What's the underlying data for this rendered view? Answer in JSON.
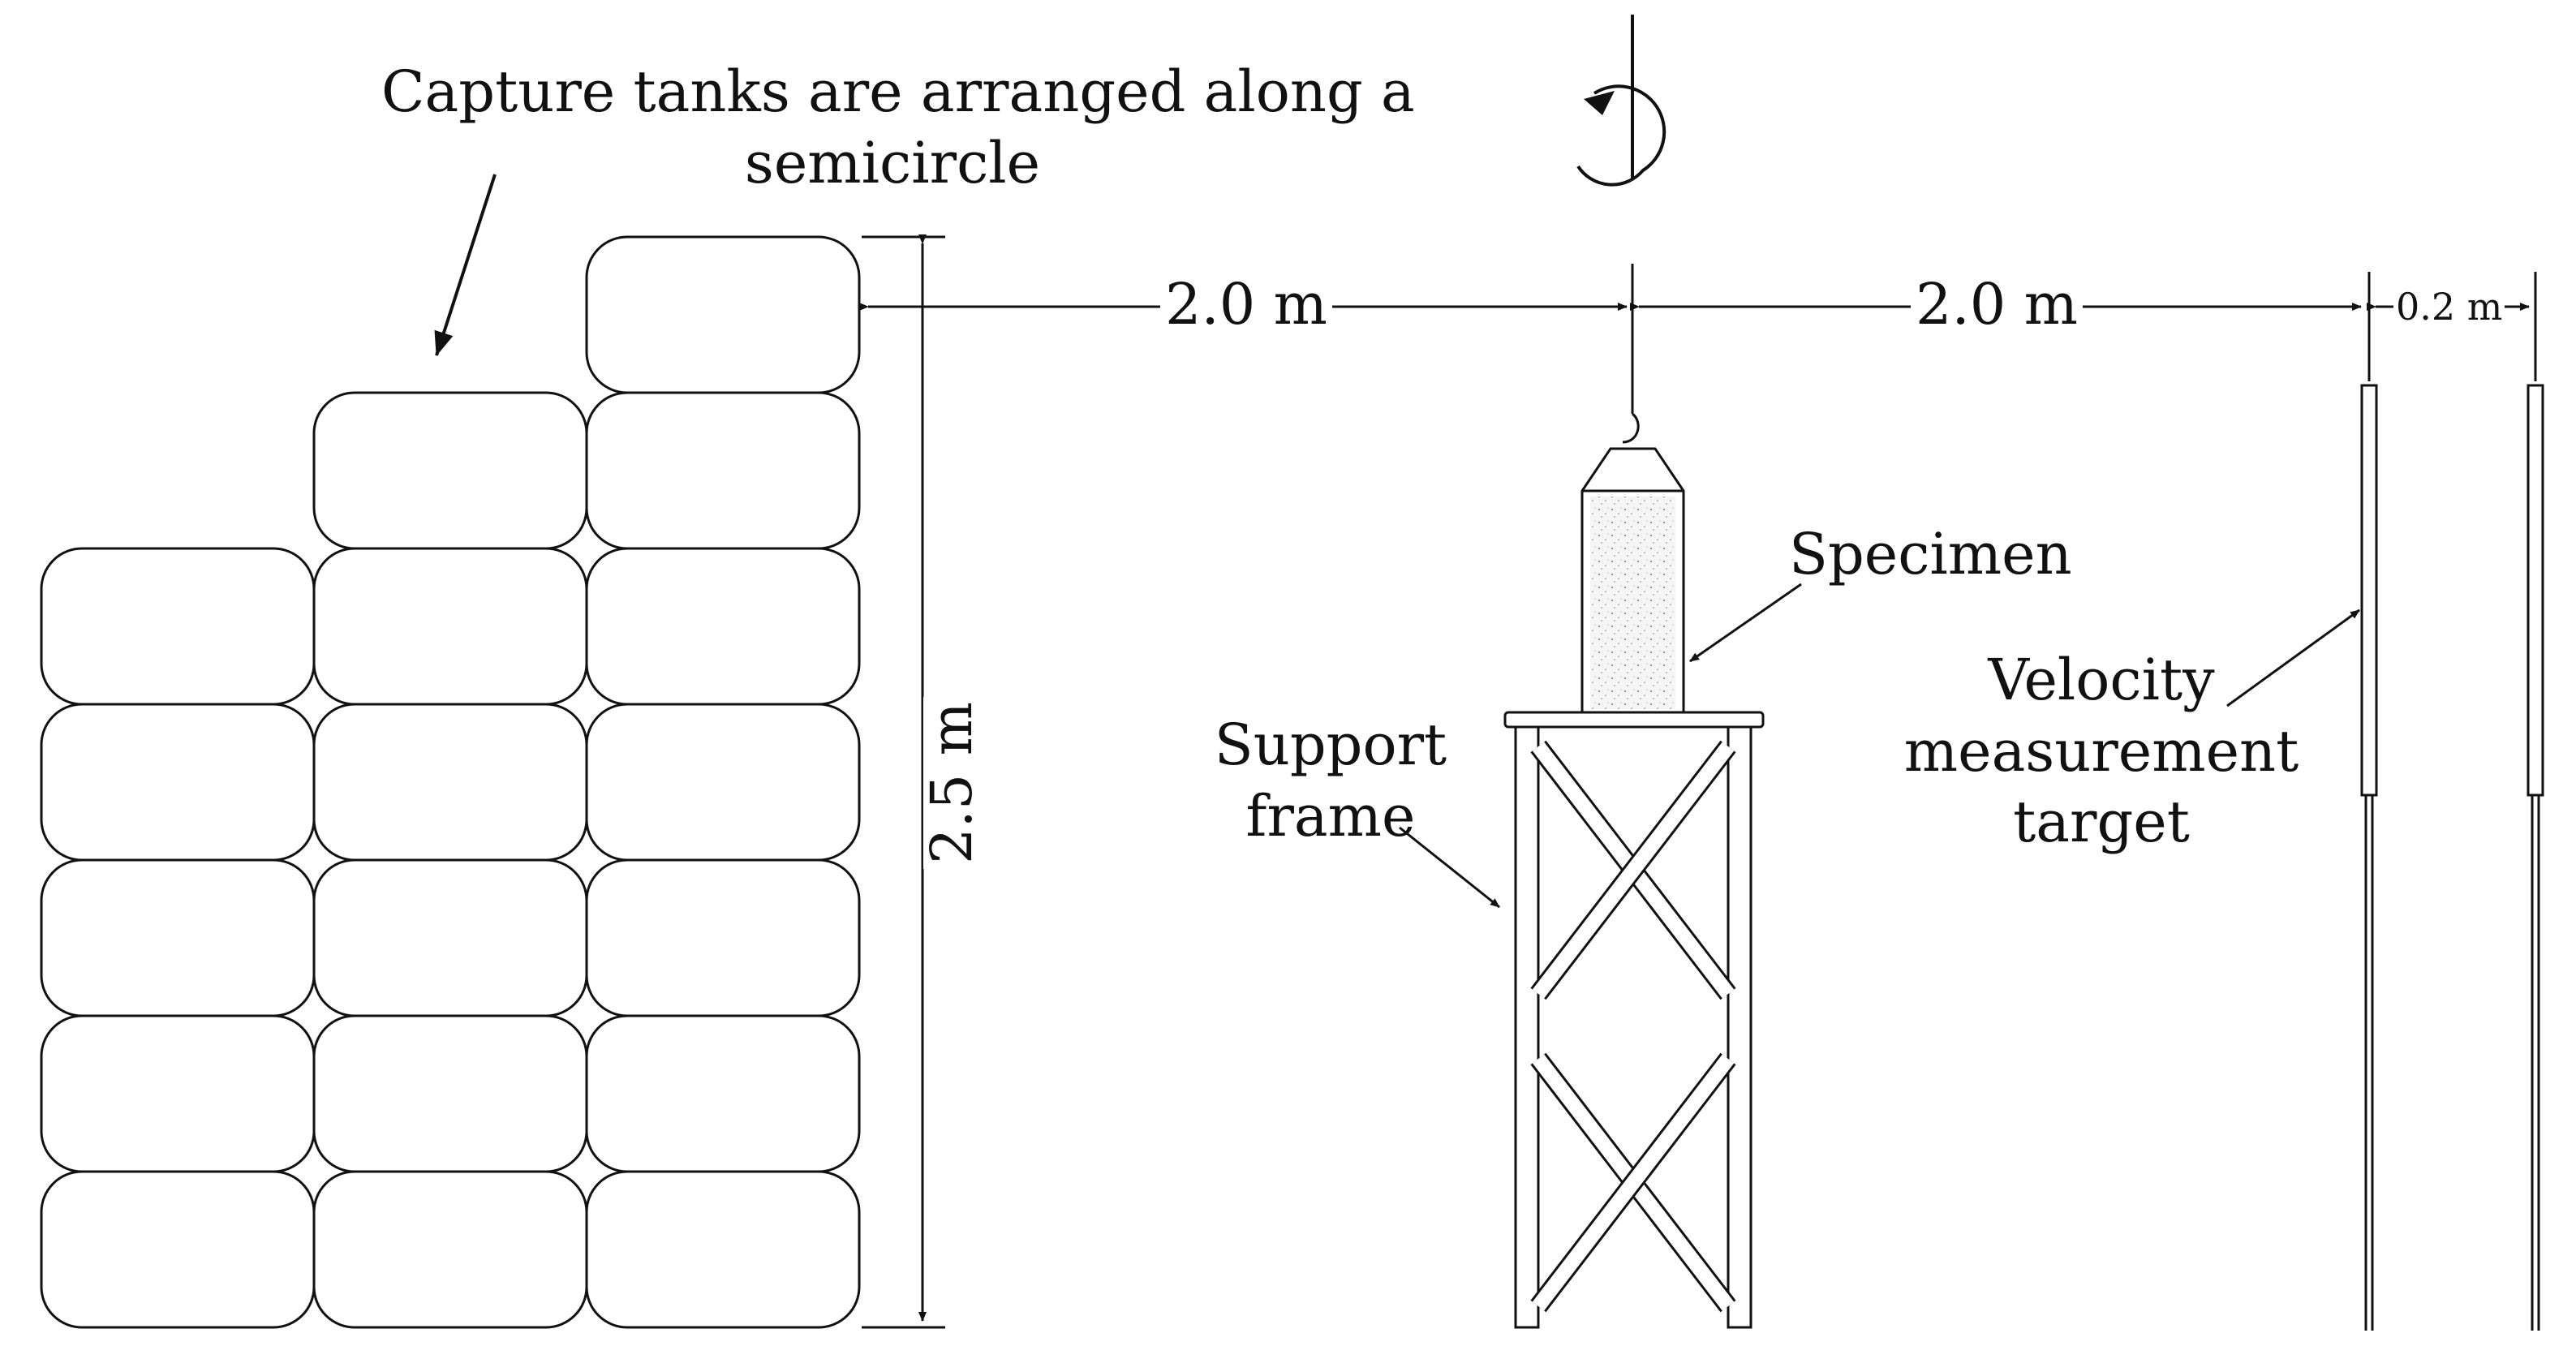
{
  "labels": {
    "capture_line1": "Capture tanks are arranged along a",
    "capture_line2": "semicircle",
    "specimen": "Specimen",
    "support_line1": "Support",
    "support_line2": "frame",
    "velocity_line1": "Velocity",
    "velocity_line2": "measurement",
    "velocity_line3": "target"
  },
  "dimensions": {
    "left_distance": "2.0 m",
    "right_distance": "2.0 m",
    "target_gap": "0.2 m",
    "tank_height": "2.5 m"
  }
}
